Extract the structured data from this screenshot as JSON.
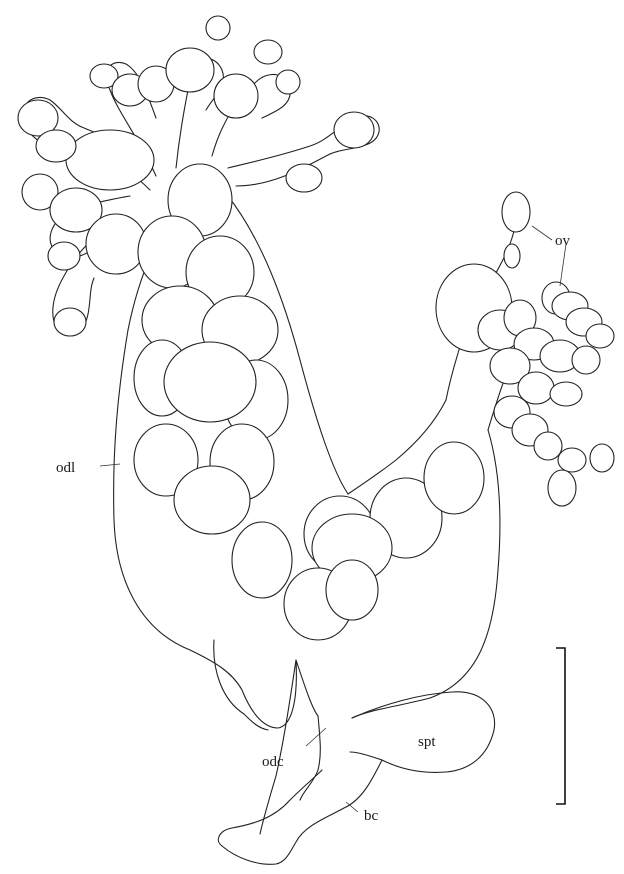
{
  "labels": {
    "ov": "ov",
    "odl": "odl",
    "odc": "odc",
    "spt": "spt",
    "bc": "bc"
  },
  "colors": {
    "line": "#222222",
    "background": "#ffffff"
  }
}
